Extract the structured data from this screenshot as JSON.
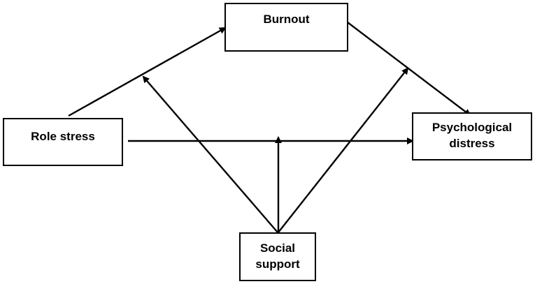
{
  "nodes": {
    "burnout": {
      "lines": [
        "Burnout"
      ]
    },
    "role_stress": {
      "lines": [
        "Role stress"
      ]
    },
    "psych_distress": {
      "lines": [
        "Psychological",
        "distress"
      ]
    },
    "social_support": {
      "lines": [
        "Social",
        "support"
      ]
    }
  },
  "edges": [
    {
      "from": "role_stress",
      "to": "burnout",
      "kind": "direct"
    },
    {
      "from": "burnout",
      "to": "psych_distress",
      "kind": "direct"
    },
    {
      "from": "role_stress",
      "to": "psych_distress",
      "kind": "direct"
    },
    {
      "from": "social_support",
      "to": "edge:role_stress->burnout",
      "kind": "moderation"
    },
    {
      "from": "social_support",
      "to": "edge:burnout->psych_distress",
      "kind": "moderation"
    },
    {
      "from": "social_support",
      "to": "edge:role_stress->psych_distress",
      "kind": "moderation"
    }
  ],
  "colors": {
    "stroke": "#000000",
    "fill": "#ffffff",
    "text": "#000000"
  }
}
